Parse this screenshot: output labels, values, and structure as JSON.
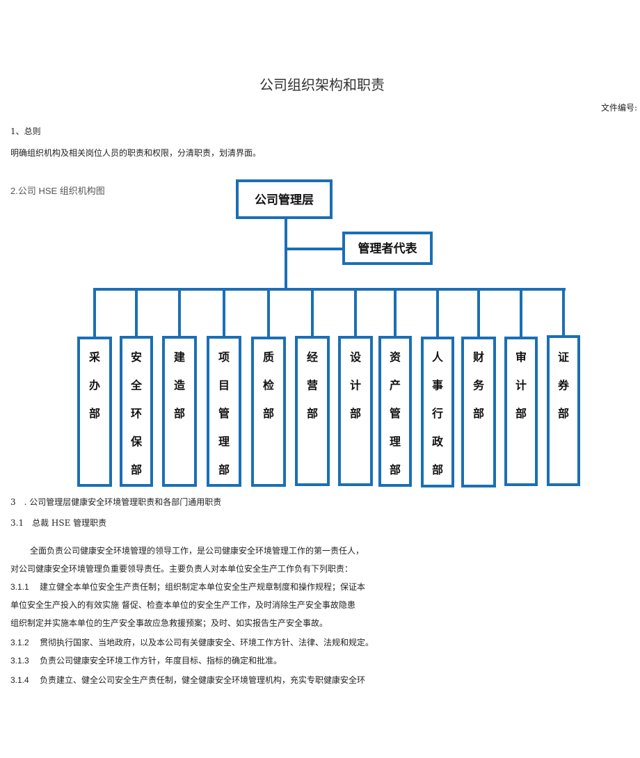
{
  "title": "公司组织架构和职责",
  "doc_number_label": "文件编号:",
  "section1": {
    "heading": "1、总则",
    "text": "明确组织机构及相关岗位人员的职责和权限，分清职责，划清界面。"
  },
  "section2": {
    "heading": "2.公司 HSE 组织机构图"
  },
  "org_chart": {
    "top": "公司管理层",
    "representative": "管理者代表",
    "departments": [
      "采办部",
      "安全环保部",
      "建造部",
      "项目管理部",
      "质检部",
      "经营部",
      "设计部",
      "资产管理部",
      "人事行政部",
      "财务部",
      "审计部",
      "证券部"
    ],
    "line_color": "#1a6fb5"
  },
  "section3": {
    "heading": "3　. 公司管理层健康安全环境管理职责和各部门通用职责"
  },
  "section31": {
    "heading": "3.1　总裁 HSE 管理职责"
  },
  "paragraphs": [
    "全面负责公司健康安全环境管理的领导工作，是公司健康安全环境管理工作的第一责任人，",
    "对公司健康安全环境管理负重要领导责任。主要负责人对本单位安全生产工作负有下列职责：",
    "建立健全本单位安全生产责任制；组织制定本单位安全生产规章制度和操作规程；保证本",
    "单位安全生产投入的有效实施 督促、检查本单位的安全生产工作，及时消除生产安全事故隐患",
    "组织制定并实施本单位的生产安全事故应急救援预案；及时、如实报告生产安全事故。",
    "贯彻执行国家、当地政府，以及本公司有关健康安全、环境工作方针、法律、法规和规定。",
    "负责公司健康安全环境工作方针，年度目标、指标的确定和批准。",
    "负责建立、健全公司安全生产责任制，健全健康安全环境管理机构，充实专职健康安全环"
  ],
  "paragraph_numbers": [
    "3.1.1",
    "3.1.2",
    "3.1.3",
    "3.1.4"
  ]
}
